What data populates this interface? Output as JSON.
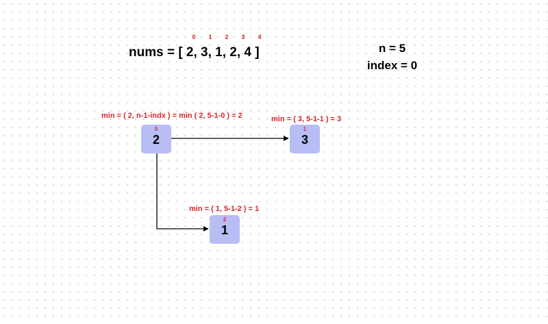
{
  "array": {
    "label": "nums = [  2, 3,  1,  2, 4 ]",
    "indices": [
      "0",
      "1",
      "2",
      "3",
      "4"
    ]
  },
  "vars": {
    "n": "n = 5",
    "index": "index = 0"
  },
  "nodes": [
    {
      "index": "0",
      "value": "2",
      "formula": "min = ( 2, n-1-indx ) = min ( 2, 5-1-0 ) = 2"
    },
    {
      "index": "1",
      "value": "3",
      "formula": "min = ( 3, 5-1-1 ) = 3"
    },
    {
      "index": "2",
      "value": "1",
      "formula": "min = ( 1, 5-1-2 ) = 1"
    }
  ],
  "edges": [
    {
      "from": "0",
      "to": "1"
    },
    {
      "from": "0",
      "to": "2"
    }
  ],
  "colors": {
    "node_fill": "#b8bdf5",
    "annotation": "#d9262b",
    "edge": "#000000"
  }
}
